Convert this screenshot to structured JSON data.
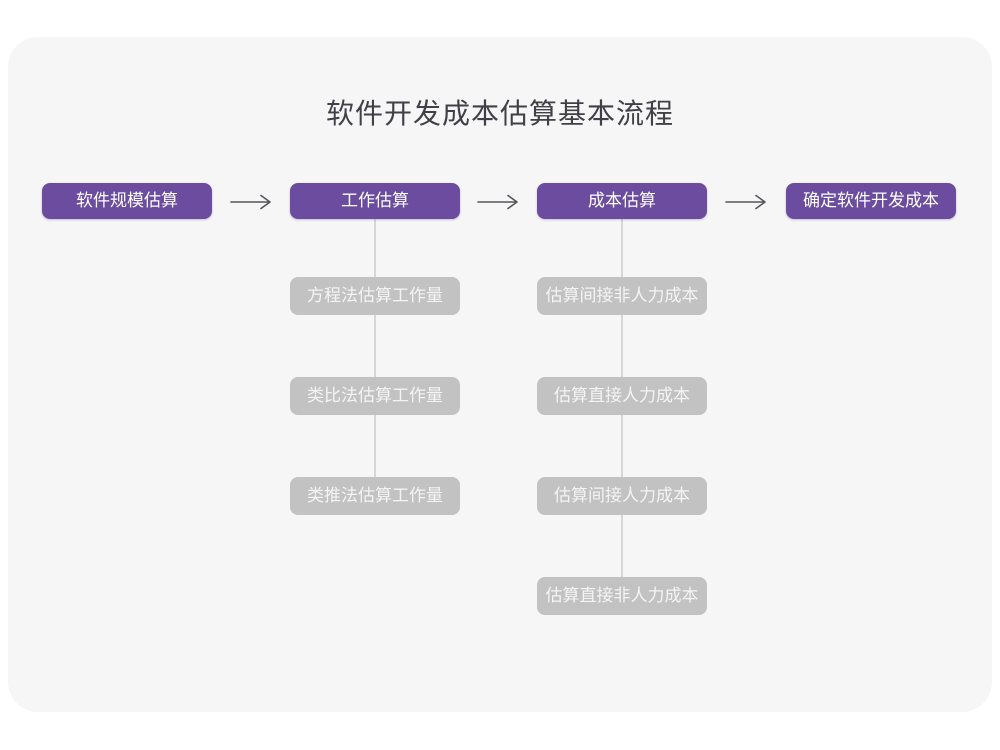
{
  "page": {
    "title": "软件开发成本估算基本流程"
  },
  "colors": {
    "page_background": "#ffffff",
    "card_background": "#f6f6f7",
    "stage_background": "#6b4c9e",
    "stage_text": "#ffffff",
    "substep_background": "#c2c2c3",
    "substep_text": "#f4f4f4",
    "connector_line": "#d6d6d8",
    "arrow": "#55555a",
    "title_text": "#404046"
  },
  "flow": {
    "stages": [
      {
        "label": "软件规模估算"
      },
      {
        "label": "工作估算"
      },
      {
        "label": "成本估算"
      },
      {
        "label": "确定软件开发成本"
      }
    ],
    "work_substeps": [
      {
        "label": "方程法估算工作量"
      },
      {
        "label": "类比法估算工作量"
      },
      {
        "label": "类推法估算工作量"
      }
    ],
    "cost_substeps": [
      {
        "label": "估算间接非人力成本"
      },
      {
        "label": "估算直接人力成本"
      },
      {
        "label": "估算间接人力成本"
      },
      {
        "label": "估算直接非人力成本"
      }
    ]
  }
}
